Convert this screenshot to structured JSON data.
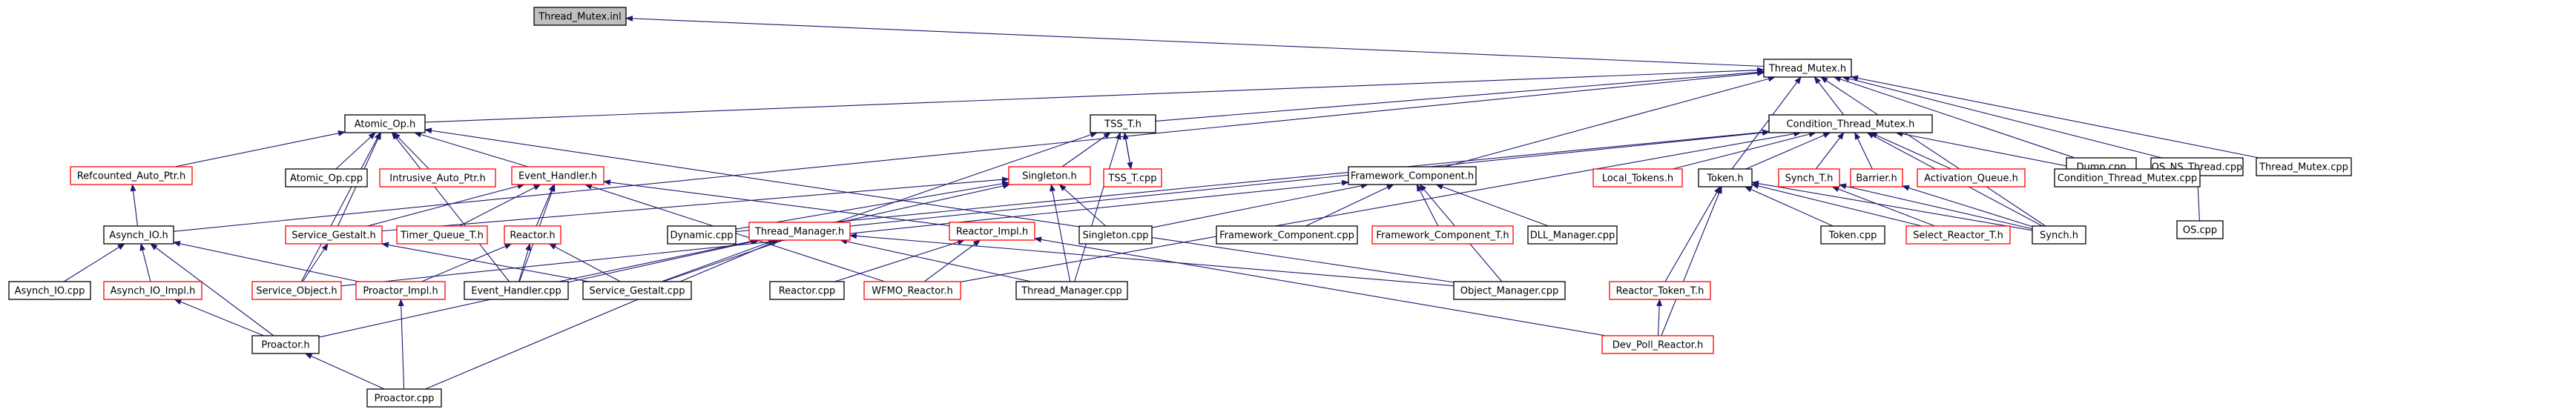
{
  "colors": {
    "edge": "#191970",
    "border_default": "#000000",
    "border_red": "#ff0000",
    "root_fill": "#bfbfbf",
    "fill": "#ffffff"
  },
  "nodes": [
    {
      "id": "root",
      "label": "Thread_Mutex.inl",
      "style": "root"
    },
    {
      "id": "thread_mutex_h",
      "label": "Thread_Mutex.h",
      "style": "black"
    },
    {
      "id": "atomic_op_h",
      "label": "Atomic_Op.h",
      "style": "black"
    },
    {
      "id": "tss_t_h",
      "label": "TSS_T.h",
      "style": "black"
    },
    {
      "id": "condition_thread_mutex_h",
      "label": "Condition_Thread_Mutex.h",
      "style": "black"
    },
    {
      "id": "dump_cpp",
      "label": "Dump.cpp",
      "style": "black"
    },
    {
      "id": "os_ns_thread_cpp",
      "label": "OS_NS_Thread.cpp",
      "style": "black"
    },
    {
      "id": "thread_mutex_cpp",
      "label": "Thread_Mutex.cpp",
      "style": "black"
    },
    {
      "id": "refcounted_auto_ptr_h",
      "label": "Refcounted_Auto_Ptr.h",
      "style": "red"
    },
    {
      "id": "atomic_op_cpp",
      "label": "Atomic_Op.cpp",
      "style": "black"
    },
    {
      "id": "intrusive_auto_ptr_h",
      "label": "Intrusive_Auto_Ptr.h",
      "style": "red"
    },
    {
      "id": "event_handler_h",
      "label": "Event_Handler.h",
      "style": "red"
    },
    {
      "id": "singleton_h",
      "label": "Singleton.h",
      "style": "red"
    },
    {
      "id": "tss_t_cpp",
      "label": "TSS_T.cpp",
      "style": "red"
    },
    {
      "id": "framework_component_h",
      "label": "Framework_Component.h",
      "style": "black"
    },
    {
      "id": "local_tokens_h",
      "label": "Local_Tokens.h",
      "style": "red"
    },
    {
      "id": "token_h",
      "label": "Token.h",
      "style": "black"
    },
    {
      "id": "synch_t_h",
      "label": "Synch_T.h",
      "style": "red"
    },
    {
      "id": "barrier_h",
      "label": "Barrier.h",
      "style": "red"
    },
    {
      "id": "activation_queue_h",
      "label": "Activation_Queue.h",
      "style": "red"
    },
    {
      "id": "condition_thread_mutex_cpp",
      "label": "Condition_Thread_Mutex.cpp",
      "style": "black"
    },
    {
      "id": "os_cpp",
      "label": "OS.cpp",
      "style": "black"
    },
    {
      "id": "asynch_io_h",
      "label": "Asynch_IO.h",
      "style": "black"
    },
    {
      "id": "service_gestalt_h",
      "label": "Service_Gestalt.h",
      "style": "red"
    },
    {
      "id": "timer_queue_t_h",
      "label": "Timer_Queue_T.h",
      "style": "red"
    },
    {
      "id": "reactor_h",
      "label": "Reactor.h",
      "style": "red"
    },
    {
      "id": "dynamic_cpp",
      "label": "Dynamic.cpp",
      "style": "black"
    },
    {
      "id": "thread_manager_h",
      "label": "Thread_Manager.h",
      "style": "red"
    },
    {
      "id": "singleton_cpp",
      "label": "Singleton.cpp",
      "style": "black"
    },
    {
      "id": "reactor_impl_h",
      "label": "Reactor_Impl.h",
      "style": "red"
    },
    {
      "id": "framework_component_cpp",
      "label": "Framework_Component.cpp",
      "style": "black"
    },
    {
      "id": "framework_component_t_h",
      "label": "Framework_Component_T.h",
      "style": "red"
    },
    {
      "id": "dll_manager_cpp",
      "label": "DLL_Manager.cpp",
      "style": "black"
    },
    {
      "id": "token_cpp",
      "label": "Token.cpp",
      "style": "black"
    },
    {
      "id": "select_reactor_t_h",
      "label": "Select_Reactor_T.h",
      "style": "red"
    },
    {
      "id": "synch_h",
      "label": "Synch.h",
      "style": "black"
    },
    {
      "id": "asynch_io_cpp",
      "label": "Asynch_IO.cpp",
      "style": "black"
    },
    {
      "id": "asynch_io_impl_h",
      "label": "Asynch_IO_Impl.h",
      "style": "red"
    },
    {
      "id": "service_object_h",
      "label": "Service_Object.h",
      "style": "red"
    },
    {
      "id": "proactor_impl_h",
      "label": "Proactor_Impl.h",
      "style": "red"
    },
    {
      "id": "event_handler_cpp",
      "label": "Event_Handler.cpp",
      "style": "black"
    },
    {
      "id": "service_gestalt_cpp",
      "label": "Service_Gestalt.cpp",
      "style": "black"
    },
    {
      "id": "reactor_cpp",
      "label": "Reactor.cpp",
      "style": "black"
    },
    {
      "id": "wfmo_reactor_h",
      "label": "WFMO_Reactor.h",
      "style": "red"
    },
    {
      "id": "thread_manager_cpp",
      "label": "Thread_Manager.cpp",
      "style": "black"
    },
    {
      "id": "object_manager_cpp",
      "label": "Object_Manager.cpp",
      "style": "black"
    },
    {
      "id": "reactor_token_t_h",
      "label": "Reactor_Token_T.h",
      "style": "red"
    },
    {
      "id": "proactor_h",
      "label": "Proactor.h",
      "style": "black"
    },
    {
      "id": "dev_poll_reactor_h",
      "label": "Dev_Poll_Reactor.h",
      "style": "red"
    },
    {
      "id": "proactor_cpp",
      "label": "Proactor.cpp",
      "style": "black"
    }
  ],
  "edges": [
    [
      "thread_mutex_h",
      "root"
    ],
    [
      "atomic_op_h",
      "thread_mutex_h"
    ],
    [
      "tss_t_h",
      "thread_mutex_h"
    ],
    [
      "condition_thread_mutex_h",
      "thread_mutex_h"
    ],
    [
      "dump_cpp",
      "thread_mutex_h"
    ],
    [
      "os_ns_thread_cpp",
      "thread_mutex_h"
    ],
    [
      "thread_mutex_cpp",
      "thread_mutex_h"
    ],
    [
      "token_h",
      "thread_mutex_h"
    ],
    [
      "framework_component_h",
      "thread_mutex_h"
    ],
    [
      "synch_h",
      "thread_mutex_h"
    ],
    [
      "asynch_io_h",
      "thread_mutex_h"
    ],
    [
      "os_cpp",
      "os_ns_thread_cpp"
    ],
    [
      "refcounted_auto_ptr_h",
      "atomic_op_h"
    ],
    [
      "atomic_op_cpp",
      "atomic_op_h"
    ],
    [
      "intrusive_auto_ptr_h",
      "atomic_op_h"
    ],
    [
      "event_handler_h",
      "atomic_op_h"
    ],
    [
      "service_gestalt_h",
      "atomic_op_h"
    ],
    [
      "object_manager_cpp",
      "atomic_op_h"
    ],
    [
      "service_object_h",
      "atomic_op_h"
    ],
    [
      "event_handler_cpp",
      "atomic_op_h"
    ],
    [
      "singleton_h",
      "tss_t_h"
    ],
    [
      "tss_t_cpp",
      "tss_t_h"
    ],
    [
      "thread_manager_cpp",
      "tss_t_h"
    ],
    [
      "service_gestalt_cpp",
      "tss_t_h"
    ],
    [
      "local_tokens_h",
      "condition_thread_mutex_h"
    ],
    [
      "token_h",
      "condition_thread_mutex_h"
    ],
    [
      "synch_t_h",
      "condition_thread_mutex_h"
    ],
    [
      "barrier_h",
      "condition_thread_mutex_h"
    ],
    [
      "activation_queue_h",
      "condition_thread_mutex_h"
    ],
    [
      "condition_thread_mutex_cpp",
      "condition_thread_mutex_h"
    ],
    [
      "synch_h",
      "condition_thread_mutex_h"
    ],
    [
      "thread_manager_h",
      "condition_thread_mutex_h"
    ],
    [
      "wfmo_reactor_h",
      "condition_thread_mutex_h"
    ],
    [
      "dynamic_cpp",
      "condition_thread_mutex_h"
    ],
    [
      "asynch_io_h",
      "refcounted_auto_ptr_h"
    ],
    [
      "service_gestalt_h",
      "event_handler_h"
    ],
    [
      "timer_queue_t_h",
      "event_handler_h"
    ],
    [
      "reactor_h",
      "event_handler_h"
    ],
    [
      "event_handler_cpp",
      "event_handler_h"
    ],
    [
      "reactor_impl_h",
      "event_handler_h"
    ],
    [
      "wfmo_reactor_h",
      "event_handler_h"
    ],
    [
      "dynamic_cpp",
      "singleton_h"
    ],
    [
      "singleton_cpp",
      "singleton_h"
    ],
    [
      "thread_manager_h",
      "singleton_h"
    ],
    [
      "thread_manager_cpp",
      "singleton_h"
    ],
    [
      "service_gestalt_h",
      "singleton_h"
    ],
    [
      "framework_component_cpp",
      "framework_component_h"
    ],
    [
      "framework_component_t_h",
      "framework_component_h"
    ],
    [
      "dll_manager_cpp",
      "framework_component_h"
    ],
    [
      "object_manager_cpp",
      "framework_component_h"
    ],
    [
      "singleton_cpp",
      "framework_component_h"
    ],
    [
      "service_object_h",
      "framework_component_h"
    ],
    [
      "token_cpp",
      "token_h"
    ],
    [
      "select_reactor_t_h",
      "token_h"
    ],
    [
      "reactor_token_t_h",
      "token_h"
    ],
    [
      "dev_poll_reactor_h",
      "token_h"
    ],
    [
      "synch_h",
      "synch_t_h"
    ],
    [
      "select_reactor_t_h",
      "synch_t_h"
    ],
    [
      "synch_h",
      "barrier_h"
    ],
    [
      "synch_h",
      "token_h"
    ],
    [
      "asynch_io_cpp",
      "asynch_io_h"
    ],
    [
      "asynch_io_impl_h",
      "asynch_io_h"
    ],
    [
      "proactor_h",
      "asynch_io_h"
    ],
    [
      "proactor_impl_h",
      "asynch_io_h"
    ],
    [
      "service_object_h",
      "service_gestalt_h"
    ],
    [
      "service_gestalt_cpp",
      "service_gestalt_h"
    ],
    [
      "proactor_impl_h",
      "reactor_h"
    ],
    [
      "event_handler_cpp",
      "reactor_h"
    ],
    [
      "service_gestalt_cpp",
      "reactor_h"
    ],
    [
      "reactor_cpp",
      "reactor_impl_h"
    ],
    [
      "wfmo_reactor_h",
      "reactor_impl_h"
    ],
    [
      "dev_poll_reactor_h",
      "reactor_impl_h"
    ],
    [
      "event_handler_cpp",
      "thread_manager_h"
    ],
    [
      "service_gestalt_cpp",
      "thread_manager_h"
    ],
    [
      "thread_manager_cpp",
      "thread_manager_h"
    ],
    [
      "object_manager_cpp",
      "thread_manager_h"
    ],
    [
      "proactor_h",
      "thread_manager_h"
    ],
    [
      "proactor_h",
      "asynch_io_impl_h"
    ],
    [
      "proactor_cpp",
      "proactor_h"
    ],
    [
      "proactor_cpp",
      "proactor_impl_h"
    ],
    [
      "proactor_cpp",
      "thread_manager_h"
    ],
    [
      "dev_poll_reactor_h",
      "reactor_token_t_h"
    ],
    [
      "tss_t_h",
      "tss_t_cpp"
    ]
  ]
}
